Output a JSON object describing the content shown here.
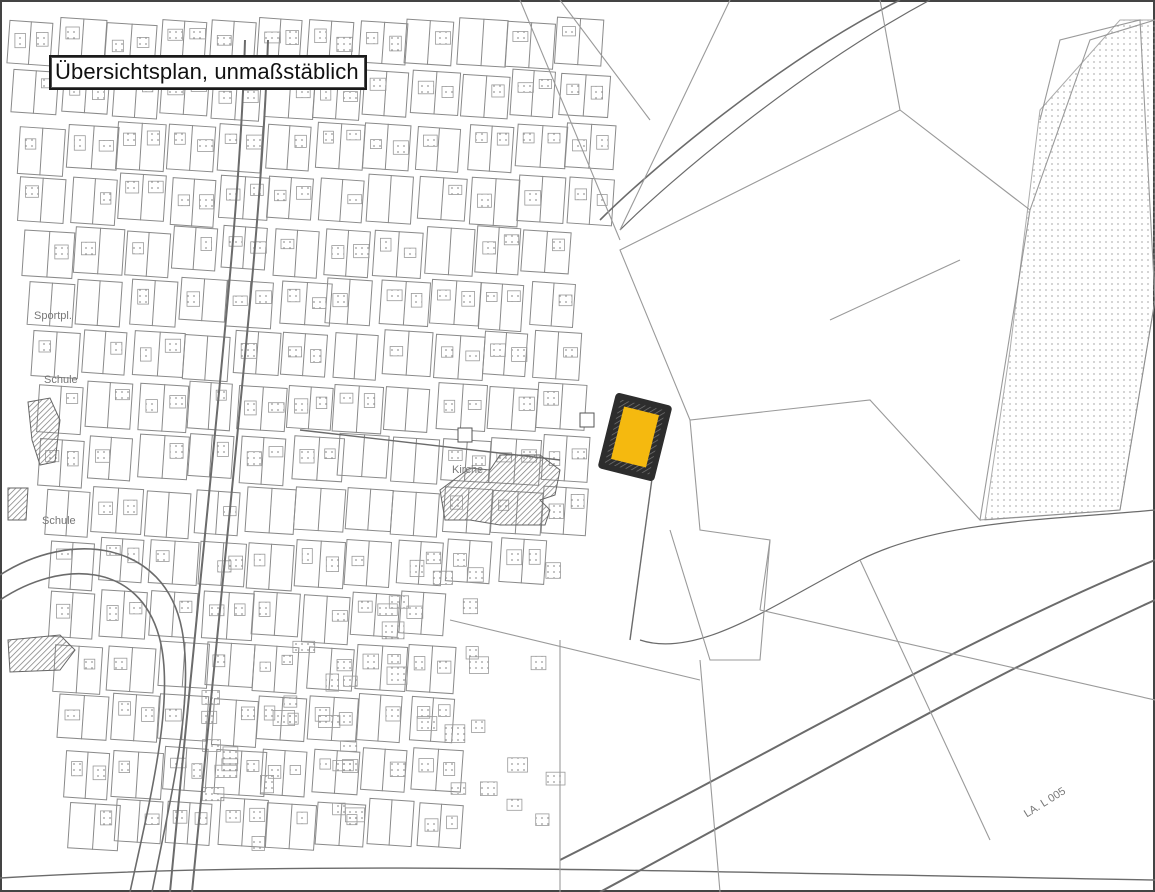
{
  "map": {
    "title": "Übersichtsplan, unmaßstäblich",
    "highlight_color": "#f5b90f",
    "road_label": "LA. L 005",
    "place_labels": {
      "a": "Sportpl.",
      "b": "Schule",
      "c": "Schule",
      "d": "Kirche"
    }
  }
}
